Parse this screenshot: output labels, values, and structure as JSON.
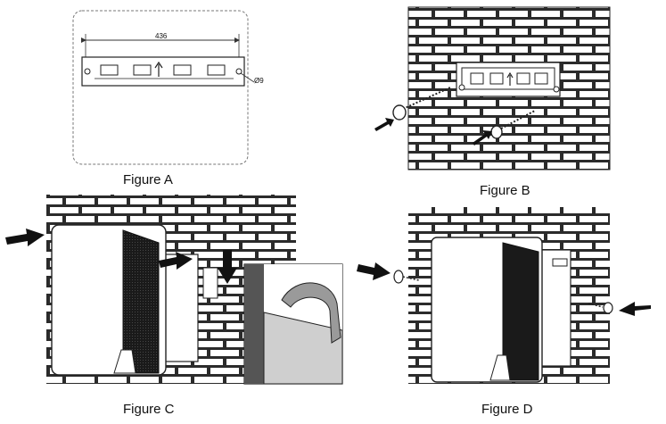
{
  "figures": [
    {
      "id": "A",
      "caption": "Figure A",
      "dimension_label": "436",
      "hole_label": "Ø9"
    },
    {
      "id": "B",
      "caption": "Figure B"
    },
    {
      "id": "C",
      "caption": "Figure C"
    },
    {
      "id": "D",
      "caption": "Figure D"
    }
  ],
  "colors": {
    "line": "#222222",
    "brick": "#ffffff",
    "arrow": "#111111",
    "grille": "#1a1a1a",
    "grey": "#cfcfcf"
  }
}
